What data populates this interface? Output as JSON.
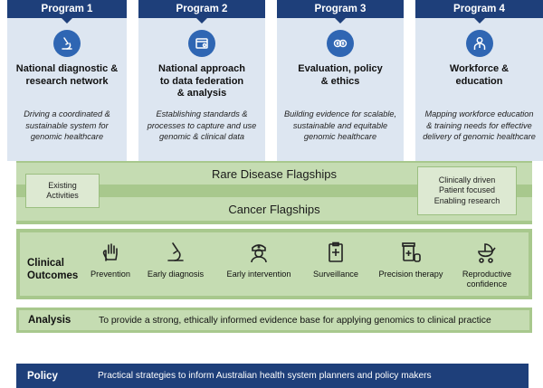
{
  "programs": [
    {
      "tab": "Program 1",
      "title_line1": "National diagnostic &",
      "title_line2": "research network",
      "title_line3": "",
      "desc_line1": "Driving a coordinated &",
      "desc_line2": "sustainable system for",
      "desc_line3": "genomic healthcare",
      "icon": "microscope-icon"
    },
    {
      "tab": "Program 2",
      "title_line1": "National approach",
      "title_line2": "to data federation",
      "title_line3": "& analysis",
      "desc_line1": "Establishing standards &",
      "desc_line2": "processes to capture and use",
      "desc_line3": "genomic & clinical data",
      "icon": "folder-icon"
    },
    {
      "tab": "Program 3",
      "title_line1": "Evaluation, policy",
      "title_line2": "& ethics",
      "title_line3": "",
      "desc_line1": "Building evidence for scalable,",
      "desc_line2": "sustainable and equitable",
      "desc_line3": "genomic healthcare",
      "icon": "dna-exchange-icon"
    },
    {
      "tab": "Program 4",
      "title_line1": "Workforce &",
      "title_line2": "education",
      "title_line3": "",
      "desc_line1": "Mapping workforce education",
      "desc_line2": "& training needs for effective",
      "desc_line3": "delivery of genomic healthcare",
      "icon": "person-icon"
    }
  ],
  "flagships": {
    "rare": "Rare Disease Flagships",
    "cancer": "Cancer Flagships",
    "existing_line1": "Existing",
    "existing_line2": "Activities",
    "side_line1": "Clinically driven",
    "side_line2": "Patient focused",
    "side_line3": "Enabling research"
  },
  "clinical": {
    "label_line1": "Clinical",
    "label_line2": "Outcomes",
    "outcomes": [
      {
        "line1": "Prevention",
        "line2": "",
        "icon": "hand-icon"
      },
      {
        "line1": "Early diagnosis",
        "line2": "",
        "icon": "microscope-icon"
      },
      {
        "line1": "Early intervention",
        "line2": "",
        "icon": "nurse-icon"
      },
      {
        "line1": "Surveillance",
        "line2": "",
        "icon": "clipboard-icon"
      },
      {
        "line1": "Precision therapy",
        "line2": "",
        "icon": "medicine-icon"
      },
      {
        "line1": "Reproductive",
        "line2": "confidence",
        "icon": "pram-icon"
      }
    ]
  },
  "analysis": {
    "label": "Analysis",
    "text": "To provide a strong, ethically informed evidence base for applying genomics to clinical practice"
  },
  "policy": {
    "label": "Policy",
    "text": "Practical strategies to inform Australian health system planners and policy makers"
  },
  "colors": {
    "navy": "#1e3f7a",
    "column_bg": "#dde6f1",
    "icon_blue": "#2f66b3",
    "green_dark": "#a8c88d",
    "green_light": "#c5dcb2"
  }
}
